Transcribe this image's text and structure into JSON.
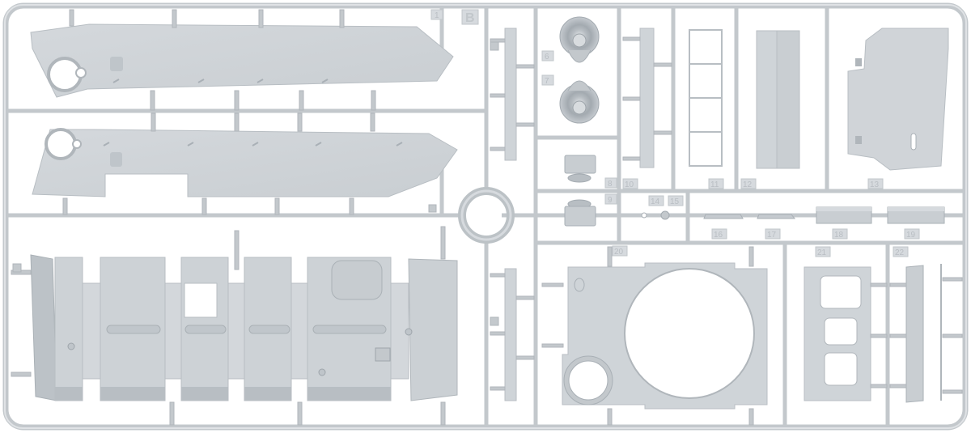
{
  "image": {
    "subject": "Plastic model kit sprue (runner frame) with tank hull parts",
    "sprue_letter": "B",
    "colors": {
      "plastic": "#cfd4d8",
      "plastic_shadow": "#b8bec3",
      "plastic_dark": "#a9b0b6",
      "background": "#ffffff",
      "tag": "#c4c9cd"
    }
  },
  "part_tags": [
    {
      "id": "1",
      "label": "1"
    },
    {
      "id": "6",
      "label": "6"
    },
    {
      "id": "7",
      "label": "7"
    },
    {
      "id": "8",
      "label": "8"
    },
    {
      "id": "9",
      "label": "9"
    },
    {
      "id": "10",
      "label": "10"
    },
    {
      "id": "11",
      "label": "11"
    },
    {
      "id": "12",
      "label": "12"
    },
    {
      "id": "13",
      "label": "13"
    },
    {
      "id": "14",
      "label": "14"
    },
    {
      "id": "15",
      "label": "15"
    },
    {
      "id": "16",
      "label": "16"
    },
    {
      "id": "17",
      "label": "17"
    },
    {
      "id": "18",
      "label": "18"
    },
    {
      "id": "19",
      "label": "19"
    },
    {
      "id": "20",
      "label": "20"
    },
    {
      "id": "21",
      "label": "21"
    },
    {
      "id": "22",
      "label": "22"
    }
  ],
  "parts": [
    {
      "name": "hull-side-upper",
      "description": "Long hull side plate with sprocket mount"
    },
    {
      "name": "hull-side-lower",
      "description": "Second hull side plate with sprocket mount"
    },
    {
      "name": "hull-floor-panel",
      "description": "Folded hull floor/belly plate with hatch"
    },
    {
      "name": "turret-ring-plate",
      "description": "Hull roof plate with large turret ring opening"
    },
    {
      "name": "sprocket-hub-6",
      "description": "Round final drive housing"
    },
    {
      "name": "sprocket-hub-7",
      "description": "Round final drive housing"
    },
    {
      "name": "fitting-8",
      "description": "Small box fitting"
    },
    {
      "name": "fitting-9",
      "description": "Small box fitting"
    },
    {
      "name": "side-strip-10",
      "description": "Narrow strip with pegs"
    },
    {
      "name": "frame-11",
      "description": "Ladder-like frame"
    },
    {
      "name": "plate-12",
      "description": "Long rear plate"
    },
    {
      "name": "plate-13",
      "description": "Engine deck plate"
    },
    {
      "name": "bracket-16",
      "description": "Small bracket"
    },
    {
      "name": "bracket-17",
      "description": "Small bracket"
    },
    {
      "name": "bar-18",
      "description": "Flat bar"
    },
    {
      "name": "bar-19",
      "description": "Flat bar"
    },
    {
      "name": "grille-plate-21",
      "description": "Plate with three openings"
    },
    {
      "name": "angle-strip-22",
      "description": "Angle strip"
    }
  ]
}
